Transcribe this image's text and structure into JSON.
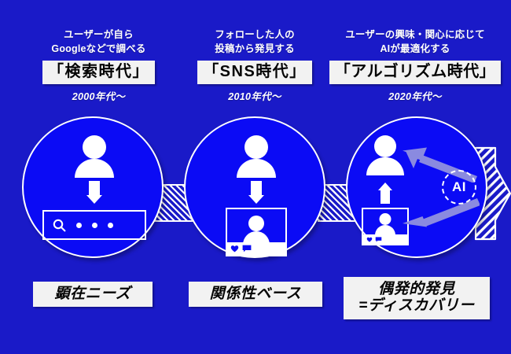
{
  "theme": {
    "background": "#1a1ac8",
    "circle_fill": "#0b0bf5",
    "stroke": "#ffffff",
    "box_fill": "#f2f2f2",
    "box_text": "#050505",
    "soft_arrow": "#8a8ae0"
  },
  "columns": [
    {
      "lead": "ユーザーが自ら\nGoogleなどで調べる",
      "era": "「検索時代」",
      "years": "2000年代〜",
      "caption": "顕在ニーズ",
      "icons": [
        "person-icon",
        "down-arrow-icon",
        "search-bar-icon",
        "magnifier-icon"
      ]
    },
    {
      "lead": "フォローした人の\n投稿から発見する",
      "era": "「SNS時代」",
      "years": "2010年代〜",
      "caption": "関係性ベース",
      "icons": [
        "person-icon",
        "down-arrow-icon",
        "post-card-icon",
        "heart-icon",
        "comment-icon"
      ]
    },
    {
      "lead": "ユーザーの興味・関心に応じて\nAIが最適化する",
      "era": "「アルゴリズム時代」",
      "years": "2020年代〜",
      "caption": "偶発的発見\n=ディスカバリー",
      "icons": [
        "person-icon",
        "up-arrow-icon",
        "post-card-icon",
        "ai-badge-icon",
        "left-arrow-icon"
      ]
    }
  ],
  "ai_badge": {
    "label": "AI"
  }
}
